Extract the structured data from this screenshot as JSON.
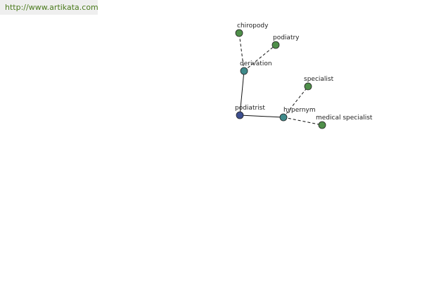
{
  "header": {
    "url": "http://www.artikata.com"
  },
  "colors": {
    "root_node": "#3d4f8f",
    "relation_node": "#3f8a8a",
    "word_node": "#4f8f4a",
    "edge": "#111111",
    "node_outline": "#222222"
  },
  "graph": {
    "nodes": [
      {
        "id": "podiatrist",
        "label": "podiatrist",
        "kind": "root"
      },
      {
        "id": "derivation",
        "label": "derivation",
        "kind": "relation"
      },
      {
        "id": "hypernym",
        "label": "hypernym",
        "kind": "relation"
      },
      {
        "id": "chiropody",
        "label": "chiropody",
        "kind": "word"
      },
      {
        "id": "podiatry",
        "label": "podiatry",
        "kind": "word"
      },
      {
        "id": "specialist",
        "label": "specialist",
        "kind": "word"
      },
      {
        "id": "medical-specialist",
        "label": "medical specialist",
        "kind": "word"
      }
    ],
    "edges": [
      {
        "from": "podiatrist",
        "to": "derivation",
        "style": "solid"
      },
      {
        "from": "podiatrist",
        "to": "hypernym",
        "style": "solid"
      },
      {
        "from": "derivation",
        "to": "chiropody",
        "style": "dashed"
      },
      {
        "from": "derivation",
        "to": "podiatry",
        "style": "dashed"
      },
      {
        "from": "hypernym",
        "to": "specialist",
        "style": "dashed"
      },
      {
        "from": "hypernym",
        "to": "medical-specialist",
        "style": "dashed"
      }
    ]
  }
}
